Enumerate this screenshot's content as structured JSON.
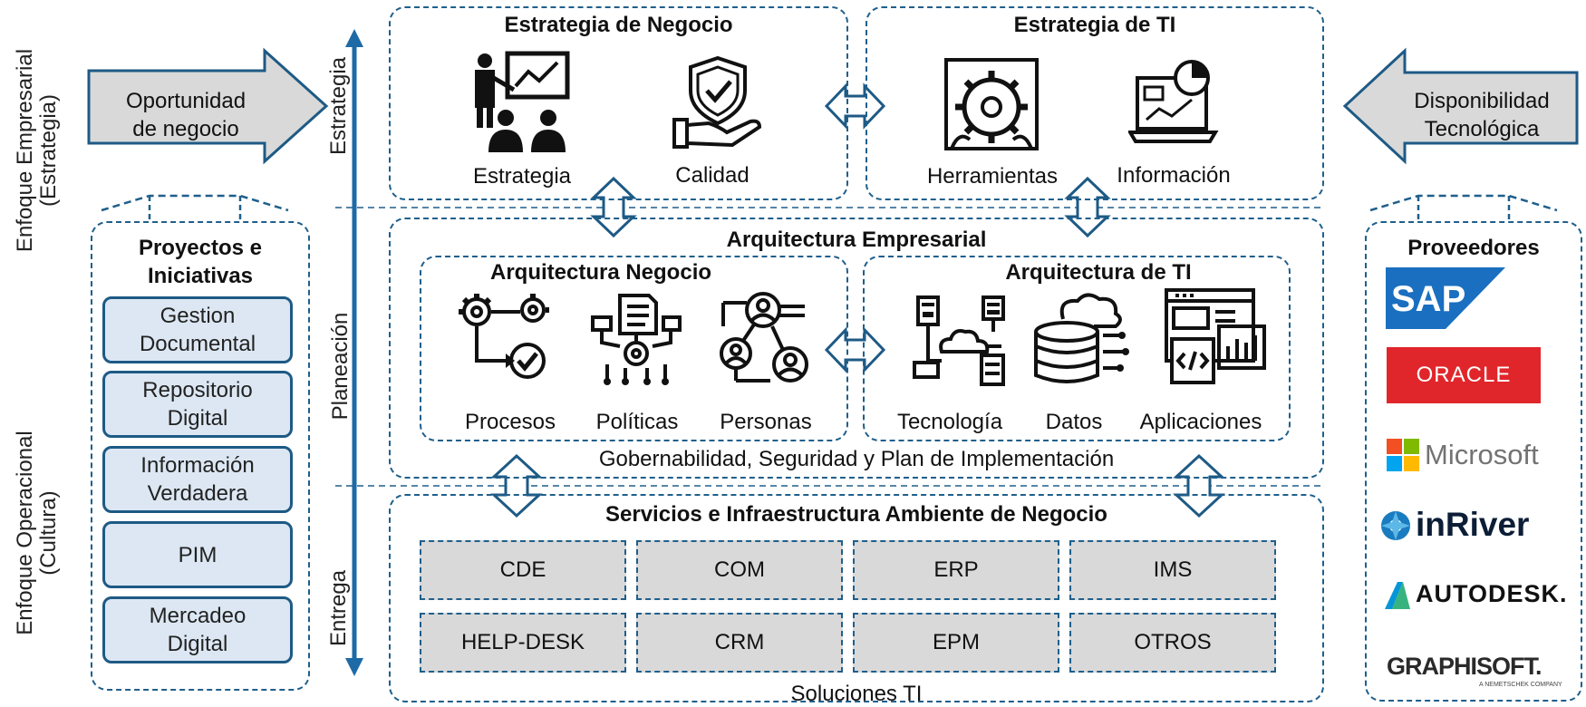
{
  "left_labels": {
    "top": "Enfoque Empresarial (Estrategia)",
    "top_line1": "Enfoque Empresarial",
    "top_line2": "(Estrategia)",
    "bottom_line1": "Enfoque Operacional",
    "bottom_line2": "(Cultura)"
  },
  "arrows": {
    "left_line1": "Oportunidad",
    "left_line2": "de negocio",
    "right_line1": "Disponibilidad",
    "right_line2": "Tecnológica"
  },
  "projects": {
    "title_line1": "Proyectos e",
    "title_line2": "Iniciativas",
    "items": [
      {
        "line1": "Gestion",
        "line2": "Documental"
      },
      {
        "line1": "Repositorio",
        "line2": "Digital"
      },
      {
        "line1": "Información",
        "line2": "Verdadera"
      },
      {
        "line1": "PIM",
        "line2": ""
      },
      {
        "line1": "Mercadeo",
        "line2": "Digital"
      }
    ]
  },
  "axis": {
    "estrategia": "Estrategia",
    "planeacion": "Planeación",
    "entrega": "Entrega"
  },
  "business_strategy": {
    "title": "Estrategia de Negocio",
    "items": [
      "Estrategia",
      "Calidad"
    ],
    "icons": [
      "presentation-icon",
      "quality-shield-hand-icon"
    ]
  },
  "it_strategy": {
    "title": "Estrategia de TI",
    "items": [
      "Herramientas",
      "Información"
    ],
    "icons": [
      "gears-tools-icon",
      "laptop-analytics-icon"
    ]
  },
  "enterprise_architecture": {
    "title": "Arquitectura Empresarial",
    "business": {
      "title": "Arquitectura Negocio",
      "items": [
        "Procesos",
        "Políticas",
        "Personas"
      ],
      "icons": [
        "process-gears-icon",
        "policy-document-icon",
        "people-network-icon"
      ]
    },
    "it": {
      "title": "Arquitectura de TI",
      "items": [
        "Tecnología",
        "Datos",
        "Aplicaciones"
      ],
      "icons": [
        "cloud-network-icon",
        "database-icon",
        "application-code-icon"
      ]
    },
    "footer": "Gobernabilidad, Seguridad  y Plan de Implementación"
  },
  "services": {
    "title": "Servicios e Infraestructura Ambiente de Negocio",
    "row1": [
      "CDE",
      "COM",
      "ERP",
      "IMS"
    ],
    "row2": [
      "HELP-DESK",
      "CRM",
      "EPM",
      "OTROS"
    ],
    "footer": "Soluciones TI"
  },
  "providers": {
    "title": "Proveedores",
    "logos": [
      "SAP",
      "ORACLE",
      "Microsoft",
      "inRiver",
      "AUTODESK.",
      "GRAPHISOFT."
    ],
    "graphisoft_sub": "A NEMETSCHEK COMPANY"
  },
  "colors": {
    "frame_blue": "#1f5f8b",
    "box_fill": "#dce7f3",
    "service_fill": "#d9d9d9",
    "arrow_fill": "#d9d9d9",
    "sap_blue": "#1a6fc0",
    "oracle_red": "#e0262b"
  }
}
